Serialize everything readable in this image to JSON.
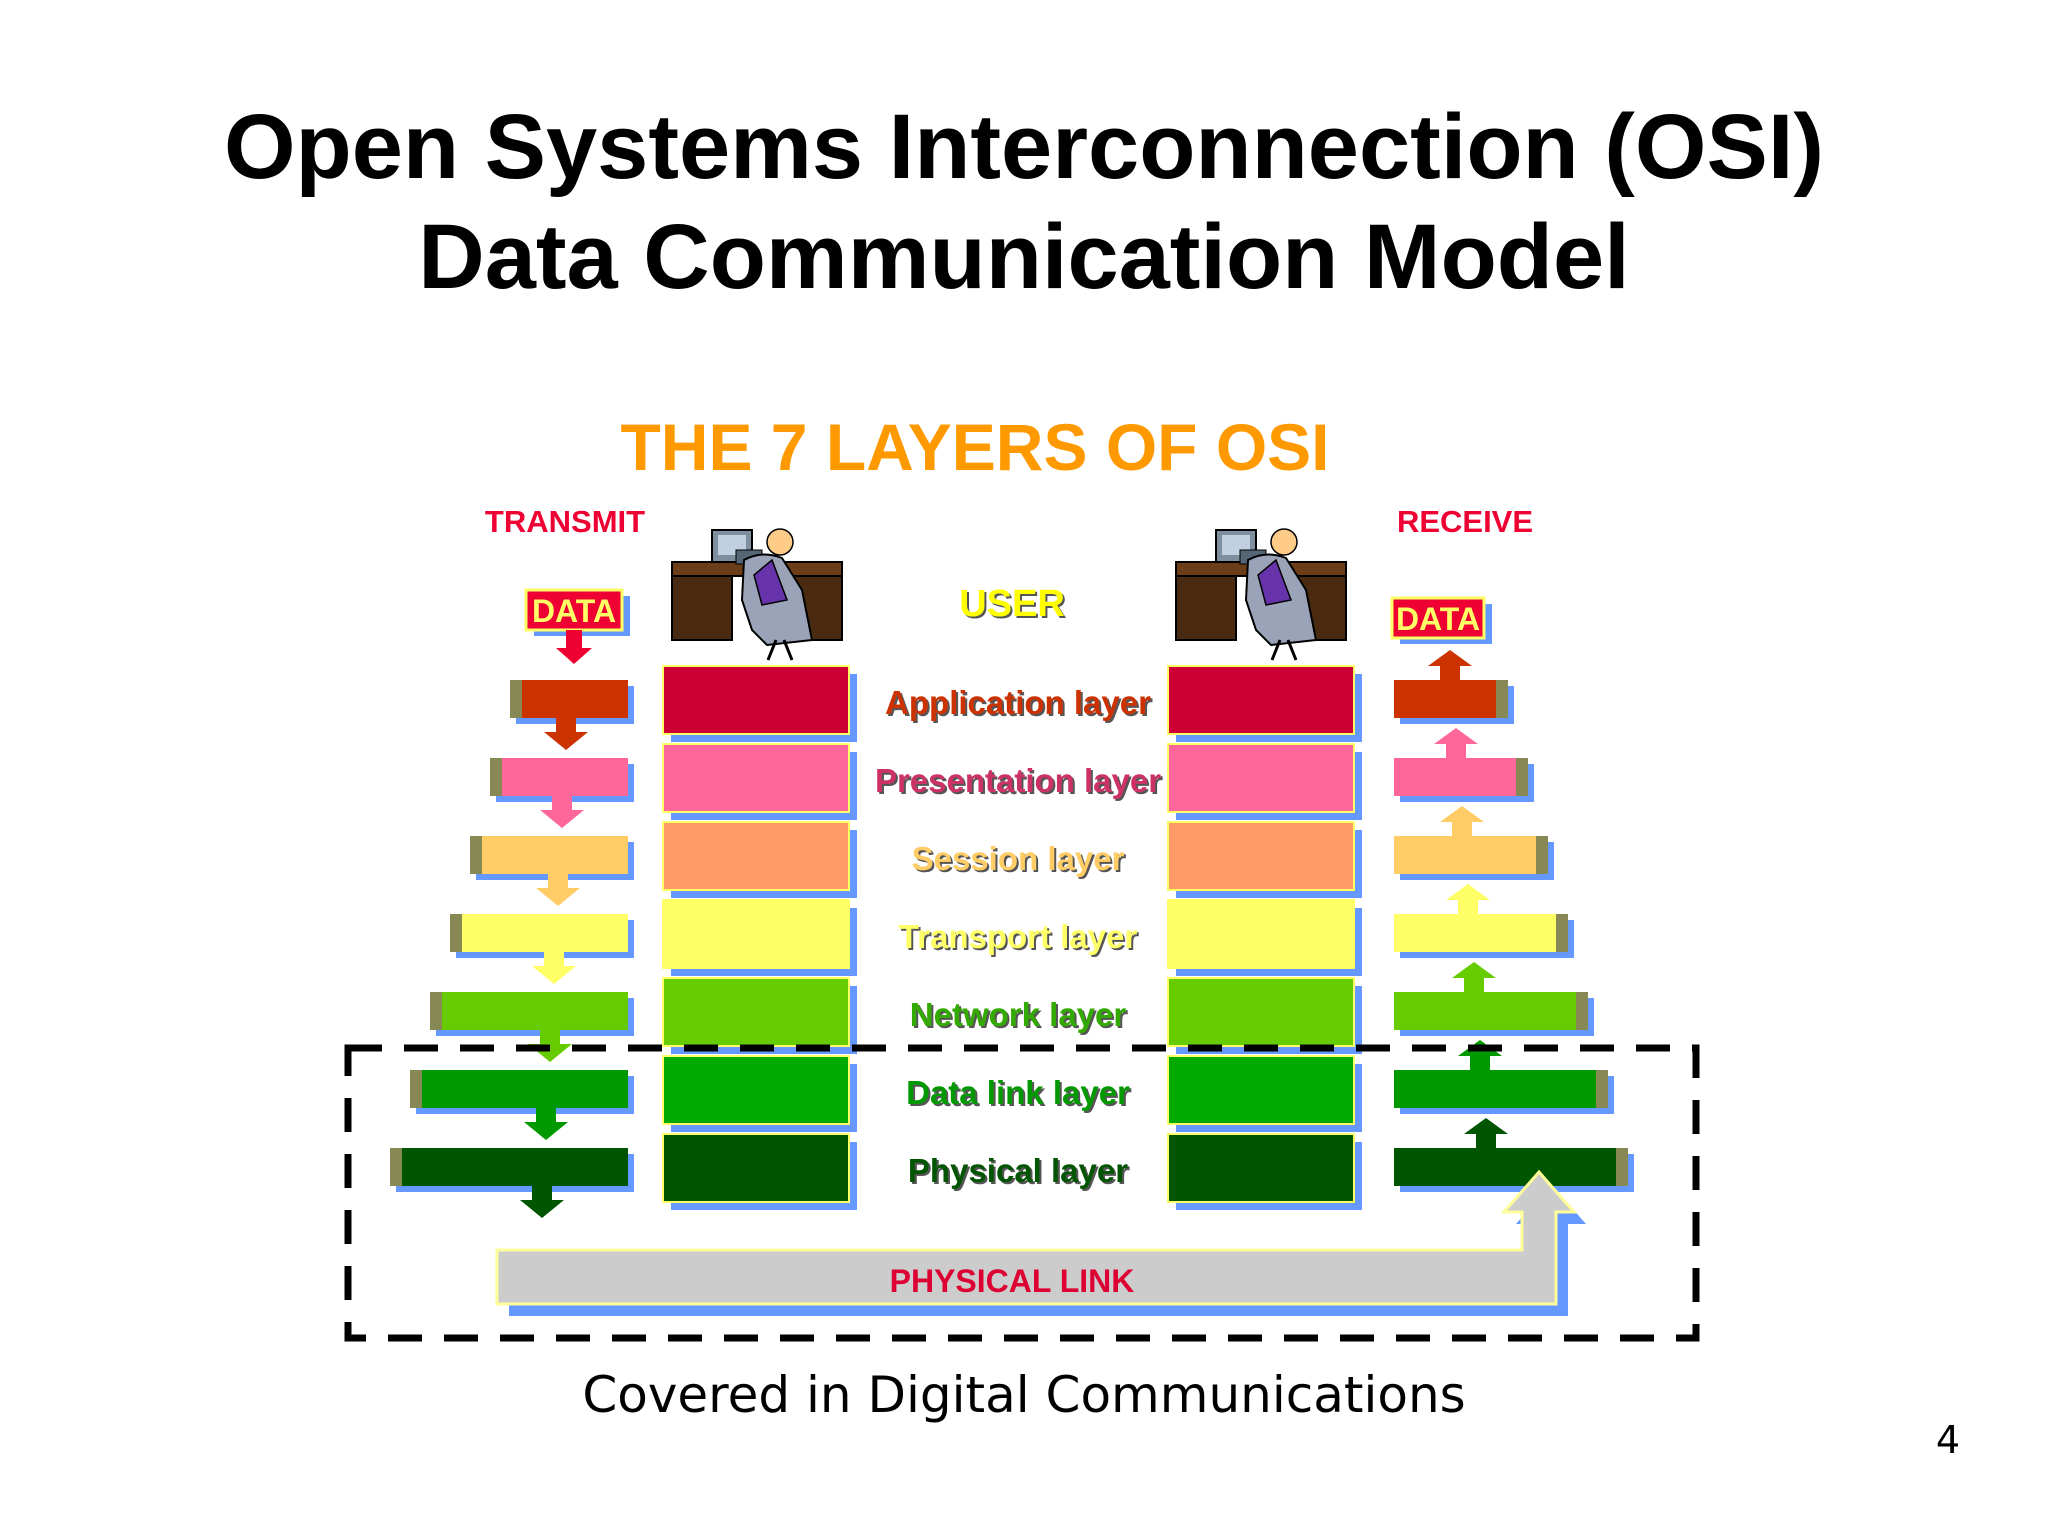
{
  "slide": {
    "title_line1": "Open Systems Interconnection (OSI)",
    "title_line2": "Data Communication Model",
    "caption": "Covered in Digital Communications",
    "page_number": "4"
  },
  "diagram": {
    "heading": "THE 7 LAYERS OF OSI",
    "transmit_label": "TRANSMIT",
    "receive_label": "RECEIVE",
    "data_label": "DATA",
    "user_label": "USER",
    "physical_link_label": "PHYSICAL LINK",
    "layers": [
      {
        "name": "Application layer",
        "color": "#cc0033",
        "arrow": "#cc3300",
        "text": "#cc3300"
      },
      {
        "name": "Presentation layer",
        "color": "#ff6699",
        "arrow": "#ff6699",
        "text": "#cc3366"
      },
      {
        "name": "Session layer",
        "color": "#ff9966",
        "arrow": "#ffcc66",
        "text": "#ffcc66"
      },
      {
        "name": "Transport layer",
        "color": "#ffff66",
        "arrow": "#ffff66",
        "text": "#ffff66"
      },
      {
        "name": "Network layer",
        "color": "#66cc00",
        "arrow": "#66cc00",
        "text": "#33aa00"
      },
      {
        "name": "Data link layer",
        "color": "#00aa00",
        "arrow": "#009900",
        "text": "#009900"
      },
      {
        "name": "Physical layer",
        "color": "#005500",
        "arrow": "#005500",
        "text": "#005500"
      }
    ],
    "colors": {
      "heading": "#ff9900",
      "transmit_receive": "#ee0033",
      "data_badge": "#ee0033",
      "user_text": "#ffff00",
      "physical_link": "#cccccc",
      "physical_link_text": "#dd0033",
      "shadow": "#6699ff",
      "highlight_box": "#000000"
    }
  }
}
